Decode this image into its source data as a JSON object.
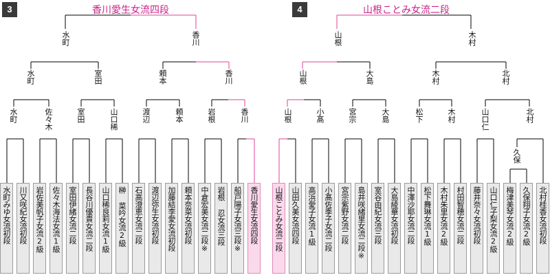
{
  "colors": {
    "winner": "#e0409a",
    "line": "#000000",
    "title": "#c8238a"
  },
  "brackets": [
    {
      "badge": "3",
      "title": "香川愛生女流四段",
      "players": [
        "水町みゆ女流初段",
        "川又咲紀女流初段",
        "岩佐美帆子女流2級",
        "佐々木海法女流1級",
        "室田伊緒女流二段",
        "長谷川優貴女流二段",
        "山口稀良莉女流1級",
        "榊 菜吟女流2級",
        "石高澄恵女流二段",
        "渡辺弥生女流初段",
        "加藤結李愛女流初段",
        "頼本奈菜女流初段",
        "中倉宏美女流二段※",
        "岩根 忍女流三段",
        "船戸陽子女流三段※",
        "香川愛生女流四段"
      ],
      "r1": [
        "水町",
        "佐々木",
        "室田",
        "山口稀",
        "渡辺",
        "頼本",
        "岩根",
        "香川"
      ],
      "r2": [
        "水町",
        "室田",
        "頼本",
        "香川"
      ],
      "r3": [
        "水町",
        "香川"
      ]
    },
    {
      "badge": "4",
      "title": "山根ことみ女流二段",
      "players": [
        "山根ことみ女流二段",
        "山田久美女流四段",
        "高浜愛子女流1級",
        "小髙佐季子女流二段",
        "宮宗紫野女流二段",
        "島井咲緒里女流二段※",
        "室谷由紀女流三段",
        "大島綾華女流初段",
        "中澤沙耶女流二段",
        "松下舞琳女流1級",
        "木村朱里女流2級",
        "村田智穂女流二段",
        "藤井奈々女流初段",
        "山口仁子梨女流2級",
        "梅津美琴女流2級",
        "久保翔子女流2級",
        "北村桂香女流初段"
      ],
      "r0": [
        "久保"
      ],
      "r1": [
        "山根",
        "小髙",
        "宮宗",
        "大島",
        "松下",
        "木村",
        "山口仁",
        "北村"
      ],
      "r2": [
        "山根",
        "大島",
        "木村",
        "北村"
      ],
      "r3": [
        "山根",
        "木村"
      ]
    }
  ]
}
